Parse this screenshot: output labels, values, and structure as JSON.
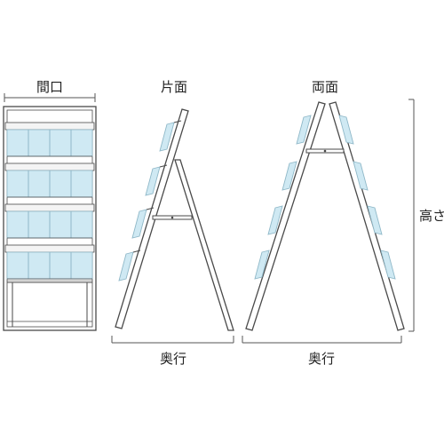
{
  "labels": {
    "front_width": "間口",
    "single_sided": "片面",
    "double_sided": "両面",
    "depth_single": "奥行",
    "depth_double": "奥行",
    "height": "高さ"
  },
  "colors": {
    "frame": "#4a4a4a",
    "dim_line": "#555555",
    "pocket_fill": "#cfe9f3",
    "pocket_stroke": "#8fb8c8",
    "shelf_fill": "#f4f4f4"
  }
}
